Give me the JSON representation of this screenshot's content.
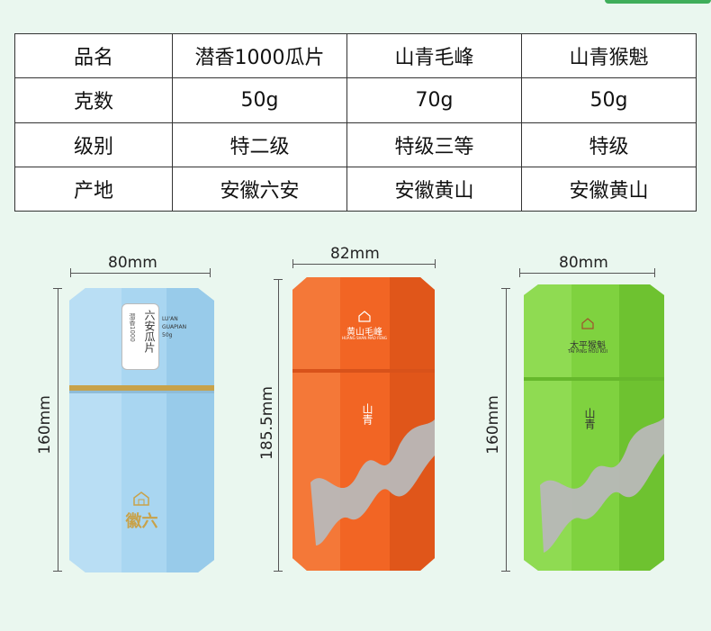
{
  "table": {
    "rows": [
      [
        "品名",
        "潜香1000瓜片",
        "山青毛峰",
        "山青猴魁"
      ],
      [
        "克数",
        "50g",
        "70g",
        "50g"
      ],
      [
        "级别",
        "特二级",
        "特级三等",
        "特级"
      ],
      [
        "产地",
        "安徽六安",
        "安徽黄山",
        "安徽黄山"
      ]
    ]
  },
  "products": [
    {
      "width": "80mm",
      "height": "160mm",
      "color": "#a9d7f2",
      "label": {
        "title": "六安瓜片",
        "sub": "潜香1000",
        "en1": "LU'AN",
        "en2": "GUAPIAN",
        "weight": "50g"
      },
      "brand": "徽六"
    },
    {
      "width": "82mm",
      "height": "185.5mm",
      "color": "#f26524",
      "label": {
        "title": "黄山毛峰",
        "en": "HUANG SHAN MAO FENG"
      },
      "brand": "山青"
    },
    {
      "width": "80mm",
      "height": "160mm",
      "color": "#7fd23f",
      "label": {
        "title": "太平猴魁",
        "en": "TAI PING HOU KUI"
      },
      "brand": "山青"
    }
  ]
}
